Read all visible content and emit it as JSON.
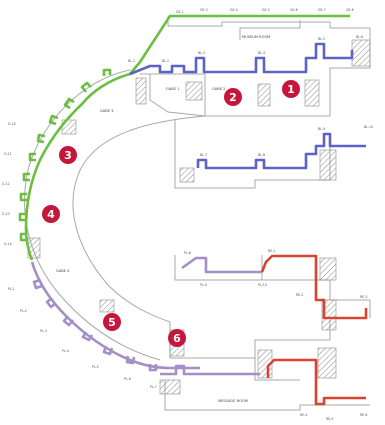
{
  "colors": {
    "green": "#6bbf3f",
    "blue": "#5b63c8",
    "purple": "#a48ec6",
    "red": "#d9432f",
    "marker": "#c4173b",
    "wall": "#999999",
    "hatch": "#8c8c8c"
  },
  "rooms": {
    "west_room": "MUSEUM ROOM",
    "gallery_1": "GABE 1",
    "gallery_2": "GABE 2",
    "gallery_3": "GABE 3",
    "east_room": "MESSAGE ROOM",
    "gallery_4": "GABE 4"
  },
  "markers": [
    "1",
    "2",
    "3",
    "4",
    "5",
    "6"
  ],
  "icons": {
    "hatch_pattern": "diagonal-hatch-icon",
    "marker_shape": "numbered-circle-icon"
  }
}
